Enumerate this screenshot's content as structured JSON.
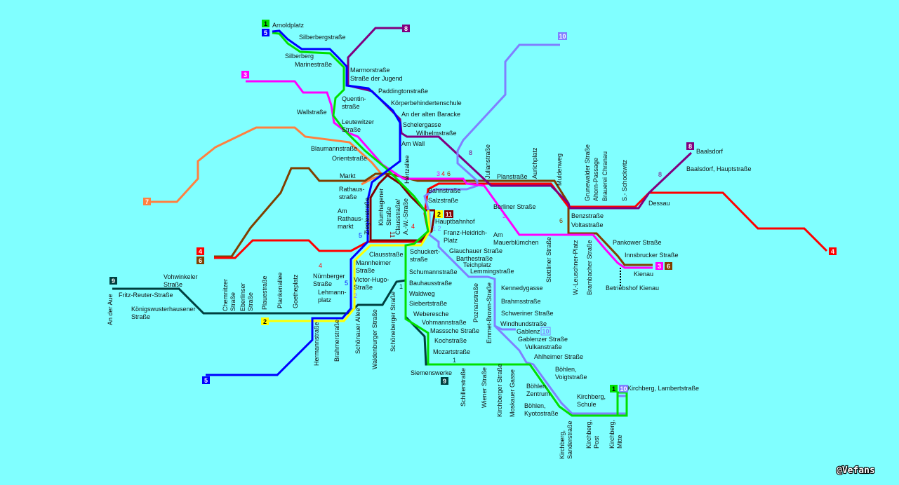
{
  "lines": [
    {
      "name": "1",
      "color": "#00e000"
    },
    {
      "name": "2",
      "color": "#ffff00"
    },
    {
      "name": "3",
      "color": "#ff00ff"
    },
    {
      "name": "4",
      "color": "#ff0000"
    },
    {
      "name": "5",
      "color": "#0000ff"
    },
    {
      "name": "6",
      "color": "#804000"
    },
    {
      "name": "7",
      "color": "#ff8040"
    },
    {
      "name": "8",
      "color": "#800080"
    },
    {
      "name": "9",
      "color": "#004040"
    },
    {
      "name": "10",
      "color": "#8080ff"
    },
    {
      "name": "11",
      "color": "#800000"
    }
  ],
  "background_color": "#80ffff",
  "stations": [
    [
      "Arnoldplatz"
    ],
    [
      "Silberbergstraße"
    ],
    [
      "Silberberg"
    ],
    [
      "Marinestraße"
    ],
    [
      "Marmorstraße"
    ],
    [
      "Straße der Jugend"
    ],
    [
      "Paddingtonstraße"
    ],
    [
      "Körperbehindertenschule"
    ],
    [
      "An der alten Baracke"
    ],
    [
      "Schelergasse"
    ],
    [
      "Wilhelmstraße"
    ],
    [
      "Quentin-",
      "straße"
    ],
    [
      "Wallstraße"
    ],
    [
      "Leutewitzer",
      "Straße"
    ],
    [
      "Blaumannstraße"
    ],
    [
      "Orientstraße"
    ],
    [
      "Am Wall"
    ],
    [
      "Hertzallee"
    ],
    [
      "Markt"
    ],
    [
      "Rathaus-",
      "straße"
    ],
    [
      "Am",
      "Rathaus-",
      "markt"
    ],
    [
      "Zieglerstraße"
    ],
    [
      "Klumhagener",
      "Straße"
    ],
    [
      "Clausstraße/",
      "A.-W.-Straße"
    ],
    [
      "Bahnstraße"
    ],
    [
      "Salzstraße"
    ],
    [
      "Hauptbahnhof"
    ],
    [
      "Franz-Heidrich-",
      "Platz"
    ],
    [
      "Clausstraße"
    ],
    [
      "Schuckert-",
      "straße"
    ],
    [
      "Mannheimer",
      "Straße"
    ],
    [
      "Nürnberger",
      "Straße"
    ],
    [
      "Victor-Hugo-",
      "Straße"
    ],
    [
      "Lehmann-",
      "platz"
    ],
    [
      "Glauchauer Straße"
    ],
    [
      "Barthestraße"
    ],
    [
      "Teichplatz"
    ],
    [
      "Lemmingstraße"
    ],
    [
      "Schumannstraße"
    ],
    [
      "Bauhausstraße"
    ],
    [
      "Waldweg"
    ],
    [
      "Siebertstraße"
    ],
    [
      "Weberesche"
    ],
    [
      "Vohmannstraße"
    ],
    [
      "Masssche Straße"
    ],
    [
      "Kochstraße"
    ],
    [
      "Mozartstraße"
    ],
    [
      "Siemenswerke"
    ],
    [
      "Schillerstraße"
    ],
    [
      "Wiener Straße"
    ],
    [
      "Kirchberger Straße"
    ],
    [
      "Moskauer Gasse"
    ],
    [
      "Poznanstraße"
    ],
    [
      "Emmet-Brown-Straße"
    ],
    [
      "Kennedygasse"
    ],
    [
      "Brahmsstraße"
    ],
    [
      "Schweriner Straße"
    ],
    [
      "Windhundstraße"
    ],
    [
      "Gablenz"
    ],
    [
      "Gablenzer Straße"
    ],
    [
      "Vulkanstraße"
    ],
    [
      "Ahlheimer Straße"
    ],
    [
      "Böhlen,",
      "Voigtstraße"
    ],
    [
      "Böhlen,",
      "Zentrum"
    ],
    [
      "Böhlen,",
      "Kyotostraße"
    ],
    [
      "Kirchberg,",
      "Schule"
    ],
    [
      "Kirchberg, Lambertstraße"
    ],
    [
      "Kirchberg,",
      "Sanderstraße"
    ],
    [
      "Kirchberg,",
      "Post"
    ],
    [
      "Kirchberg,",
      "Mitte"
    ],
    [
      "Julianstraße"
    ],
    [
      "Planstraße"
    ],
    [
      "Aurichplatz"
    ],
    [
      "Muldenweg"
    ],
    [
      "Grunewalder Straße"
    ],
    [
      "Ahorn-Passage"
    ],
    [
      "Brauerei Chranau"
    ],
    [
      "S.- Schockwitz"
    ],
    [
      "Baalsdorf"
    ],
    [
      "Baalsdorf, Hauptstraße"
    ],
    [
      "Dessau"
    ],
    [
      "Berliner Straße"
    ],
    [
      "Am",
      "Mauerblümchen"
    ],
    [
      "Stettliner Straße"
    ],
    [
      "W.-Leuschner-Platz"
    ],
    [
      "Brambacher Straße"
    ],
    [
      "Benzstraße"
    ],
    [
      "Voltastraße"
    ],
    [
      "Pankower Straße"
    ],
    [
      "Innsbrucker Straße"
    ],
    [
      "Kienau"
    ],
    [
      "Betriebshof Kienau"
    ],
    [
      "Vohwinkeler",
      "Straße"
    ],
    [
      "Fritz-Reuter-Straße"
    ],
    [
      "An der Aue"
    ],
    [
      "Königswusterhausener",
      "Straße"
    ],
    [
      "Chemnitzer",
      "Straße"
    ],
    [
      "Eberlinser",
      "Straße"
    ],
    [
      "Plauestraße"
    ],
    [
      "Plankenallee"
    ],
    [
      "Goetheplatz"
    ],
    [
      "Hermannstraße"
    ],
    [
      "Brahmerstraße"
    ],
    [
      "Schönauer Allee"
    ],
    [
      "Waldenburger Straße"
    ],
    [
      "Schöneberger Straße"
    ]
  ],
  "badges": [
    {
      "label": "1",
      "color": "#00e000"
    },
    {
      "label": "5",
      "color": "#0000ff"
    },
    {
      "label": "8",
      "color": "#800080"
    },
    {
      "label": "10",
      "color": "#8080ff"
    },
    {
      "label": "3",
      "color": "#ff00ff"
    },
    {
      "label": "7",
      "color": "#ff8040"
    },
    {
      "label": "4",
      "color": "#ff0000"
    },
    {
      "label": "6",
      "color": "#804000"
    },
    {
      "label": "9",
      "color": "#004040"
    },
    {
      "label": "2",
      "color": "#ffff00"
    },
    {
      "label": "5",
      "color": "#0000ff"
    },
    {
      "label": "9",
      "color": "#004040"
    },
    {
      "label": "2",
      "color": "#ffff00"
    },
    {
      "label": "11",
      "color": "#800000"
    },
    {
      "label": "8",
      "color": "#800080"
    },
    {
      "label": "3",
      "color": "#ff00ff"
    },
    {
      "label": "6",
      "color": "#804000"
    },
    {
      "label": "4",
      "color": "#ff0000"
    },
    {
      "label": "1",
      "color": "#00e000"
    },
    {
      "label": "10",
      "color": "#8080ff"
    },
    {
      "label": "10",
      "color": "#8080ff"
    }
  ],
  "line_labels": [
    {
      "text": "3",
      "color": "#ff00ff"
    },
    {
      "text": "4",
      "color": "#ff0000"
    },
    {
      "text": "6",
      "color": "#804000"
    },
    {
      "text": "8",
      "color": "#800080"
    },
    {
      "text": "5",
      "color": "#0000ff"
    },
    {
      "text": "4",
      "color": "#ff0000"
    },
    {
      "text": "1 2",
      "color": "#8080ff"
    },
    {
      "text": "4",
      "color": "#ff0000"
    },
    {
      "text": "5",
      "color": "#0000ff"
    },
    {
      "text": "2",
      "color": "#8080ff"
    },
    {
      "text": "1",
      "color": "#004040"
    },
    {
      "text": "1",
      "color": "#004040"
    },
    {
      "text": "3",
      "color": "#ff00ff"
    },
    {
      "text": "6",
      "color": "#804000"
    },
    {
      "text": "8",
      "color": "#800080"
    },
    {
      "text": "11",
      "color": "#800000"
    }
  ],
  "watermark": "@Vefans"
}
